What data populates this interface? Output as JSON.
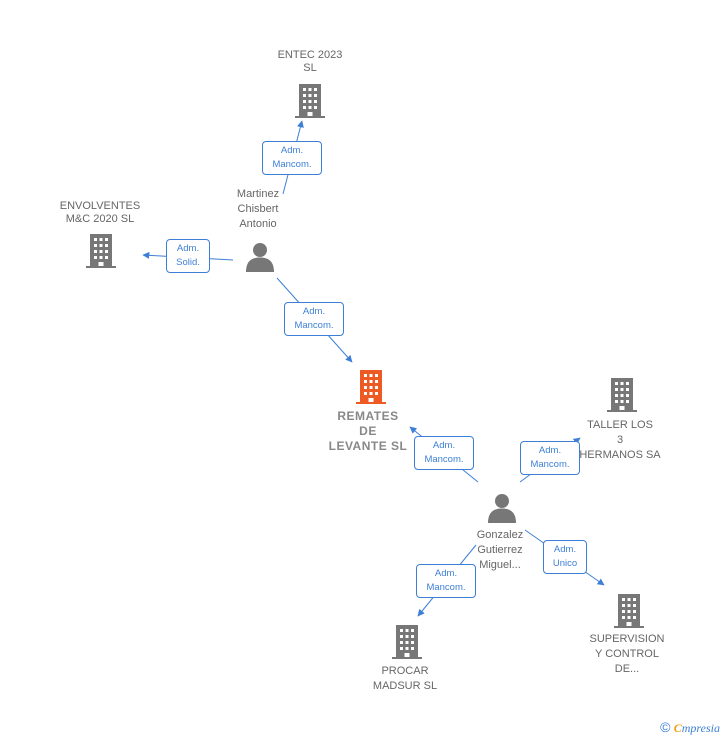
{
  "colors": {
    "edge": "#3d7fd6",
    "building": "#777777",
    "main_building": "#ee5a24",
    "person": "#777777"
  },
  "nodes": {
    "entec": {
      "label": [
        "ENTEC 2023",
        "SL"
      ],
      "type": "company"
    },
    "envolventes": {
      "label": [
        "ENVOLVENTES",
        "M&C 2020  SL"
      ],
      "type": "company"
    },
    "martinez": {
      "label": [
        "Martinez",
        "Chisbert",
        "Antonio"
      ],
      "type": "person"
    },
    "remates": {
      "label": [
        "REMATES",
        "DE",
        "LEVANTE  SL"
      ],
      "type": "main-company"
    },
    "taller": {
      "label": [
        "TALLER LOS",
        "3",
        "HERMANOS SA"
      ],
      "type": "company"
    },
    "gonzalez": {
      "label": [
        "Gonzalez",
        "Gutierrez",
        "Miguel..."
      ],
      "type": "person"
    },
    "procar": {
      "label": [
        "PROCAR",
        "MADSUR  SL"
      ],
      "type": "company"
    },
    "supervision": {
      "label": [
        "SUPERVISION",
        "Y CONTROL",
        "DE..."
      ],
      "type": "company"
    }
  },
  "relations": [
    {
      "from": "martinez",
      "to": "entec",
      "label": [
        "Adm.",
        "Mancom."
      ]
    },
    {
      "from": "martinez",
      "to": "envolventes",
      "label": [
        "Adm.",
        "Solid."
      ]
    },
    {
      "from": "martinez",
      "to": "remates",
      "label": [
        "Adm.",
        "Mancom."
      ]
    },
    {
      "from": "gonzalez",
      "to": "remates",
      "label": [
        "Adm.",
        "Mancom."
      ]
    },
    {
      "from": "gonzalez",
      "to": "taller",
      "label": [
        "Adm.",
        "Mancom."
      ]
    },
    {
      "from": "gonzalez",
      "to": "supervision",
      "label": [
        "Adm.",
        "Unico"
      ]
    },
    {
      "from": "gonzalez",
      "to": "procar",
      "label": [
        "Adm.",
        "Mancom."
      ]
    }
  ],
  "footer": {
    "copyright": "©",
    "brand_first": "C",
    "brand_rest": "mpresia"
  }
}
